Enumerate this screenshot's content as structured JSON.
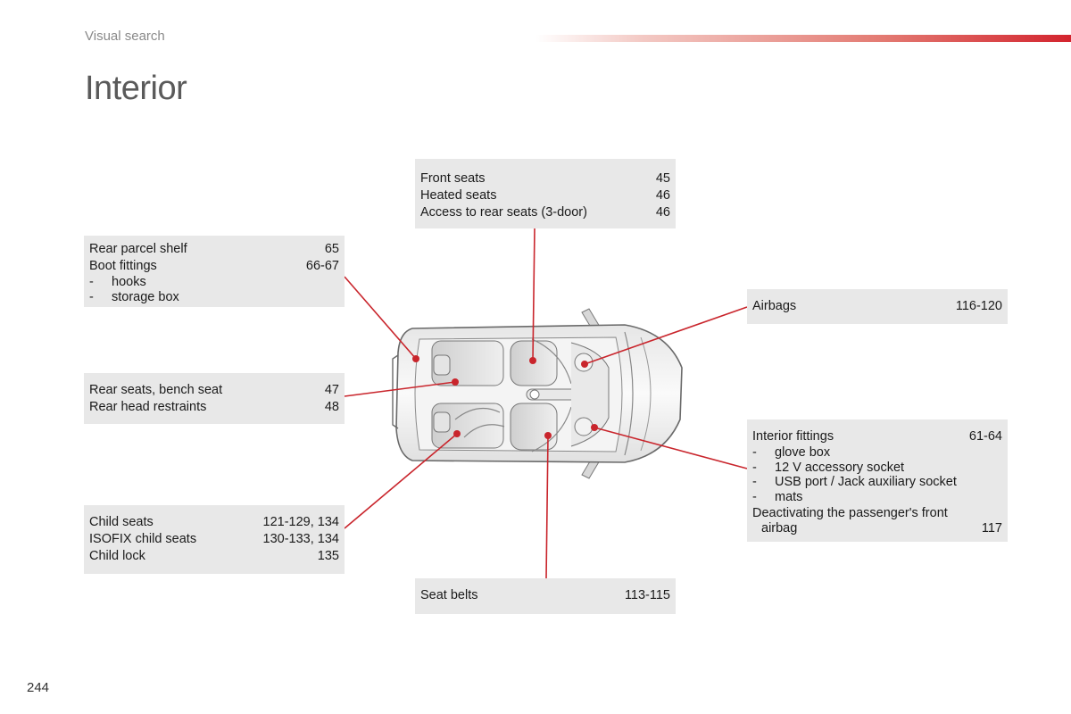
{
  "header": {
    "section": "Visual search",
    "title": "Interior",
    "page_number": "244"
  },
  "colors": {
    "accent": "#d3242e",
    "box_bg": "#e8e8e8",
    "title": "#5a5a5a"
  },
  "boxes": {
    "front_seats": {
      "rows": [
        {
          "label": "Front seats",
          "ref": "45"
        },
        {
          "label": "Heated seats",
          "ref": "46"
        },
        {
          "label": "Access to rear seats (3-door)",
          "ref": "46"
        }
      ]
    },
    "parcel": {
      "rows": [
        {
          "label": "Rear parcel shelf",
          "ref": "65"
        },
        {
          "label": "Boot fittings",
          "ref": "66-67"
        }
      ],
      "sub_items": [
        "hooks",
        "storage box"
      ]
    },
    "airbags": {
      "rows": [
        {
          "label": "Airbags",
          "ref": "116-120"
        }
      ]
    },
    "rear_seats": {
      "rows": [
        {
          "label": "Rear seats, bench seat",
          "ref": "47"
        },
        {
          "label": "Rear head restraints",
          "ref": "48"
        }
      ]
    },
    "interior_fittings": {
      "rows": [
        {
          "label": "Interior fittings",
          "ref": "61-64"
        }
      ],
      "sub_items": [
        "glove box",
        "12 V accessory socket",
        "USB port / Jack auxiliary socket",
        "mats"
      ],
      "deactivate_line1": "Deactivating the passenger's front",
      "deactivate_line2": "airbag",
      "deactivate_ref": "117"
    },
    "child_seats": {
      "rows": [
        {
          "label": "Child seats",
          "ref": "121-129, 134"
        },
        {
          "label": "ISOFIX child seats",
          "ref": "130-133, 134"
        },
        {
          "label": "Child lock",
          "ref": "135"
        }
      ]
    },
    "seat_belts": {
      "rows": [
        {
          "label": "Seat belts",
          "ref": "113-115"
        }
      ]
    }
  },
  "sub_dash": "-"
}
